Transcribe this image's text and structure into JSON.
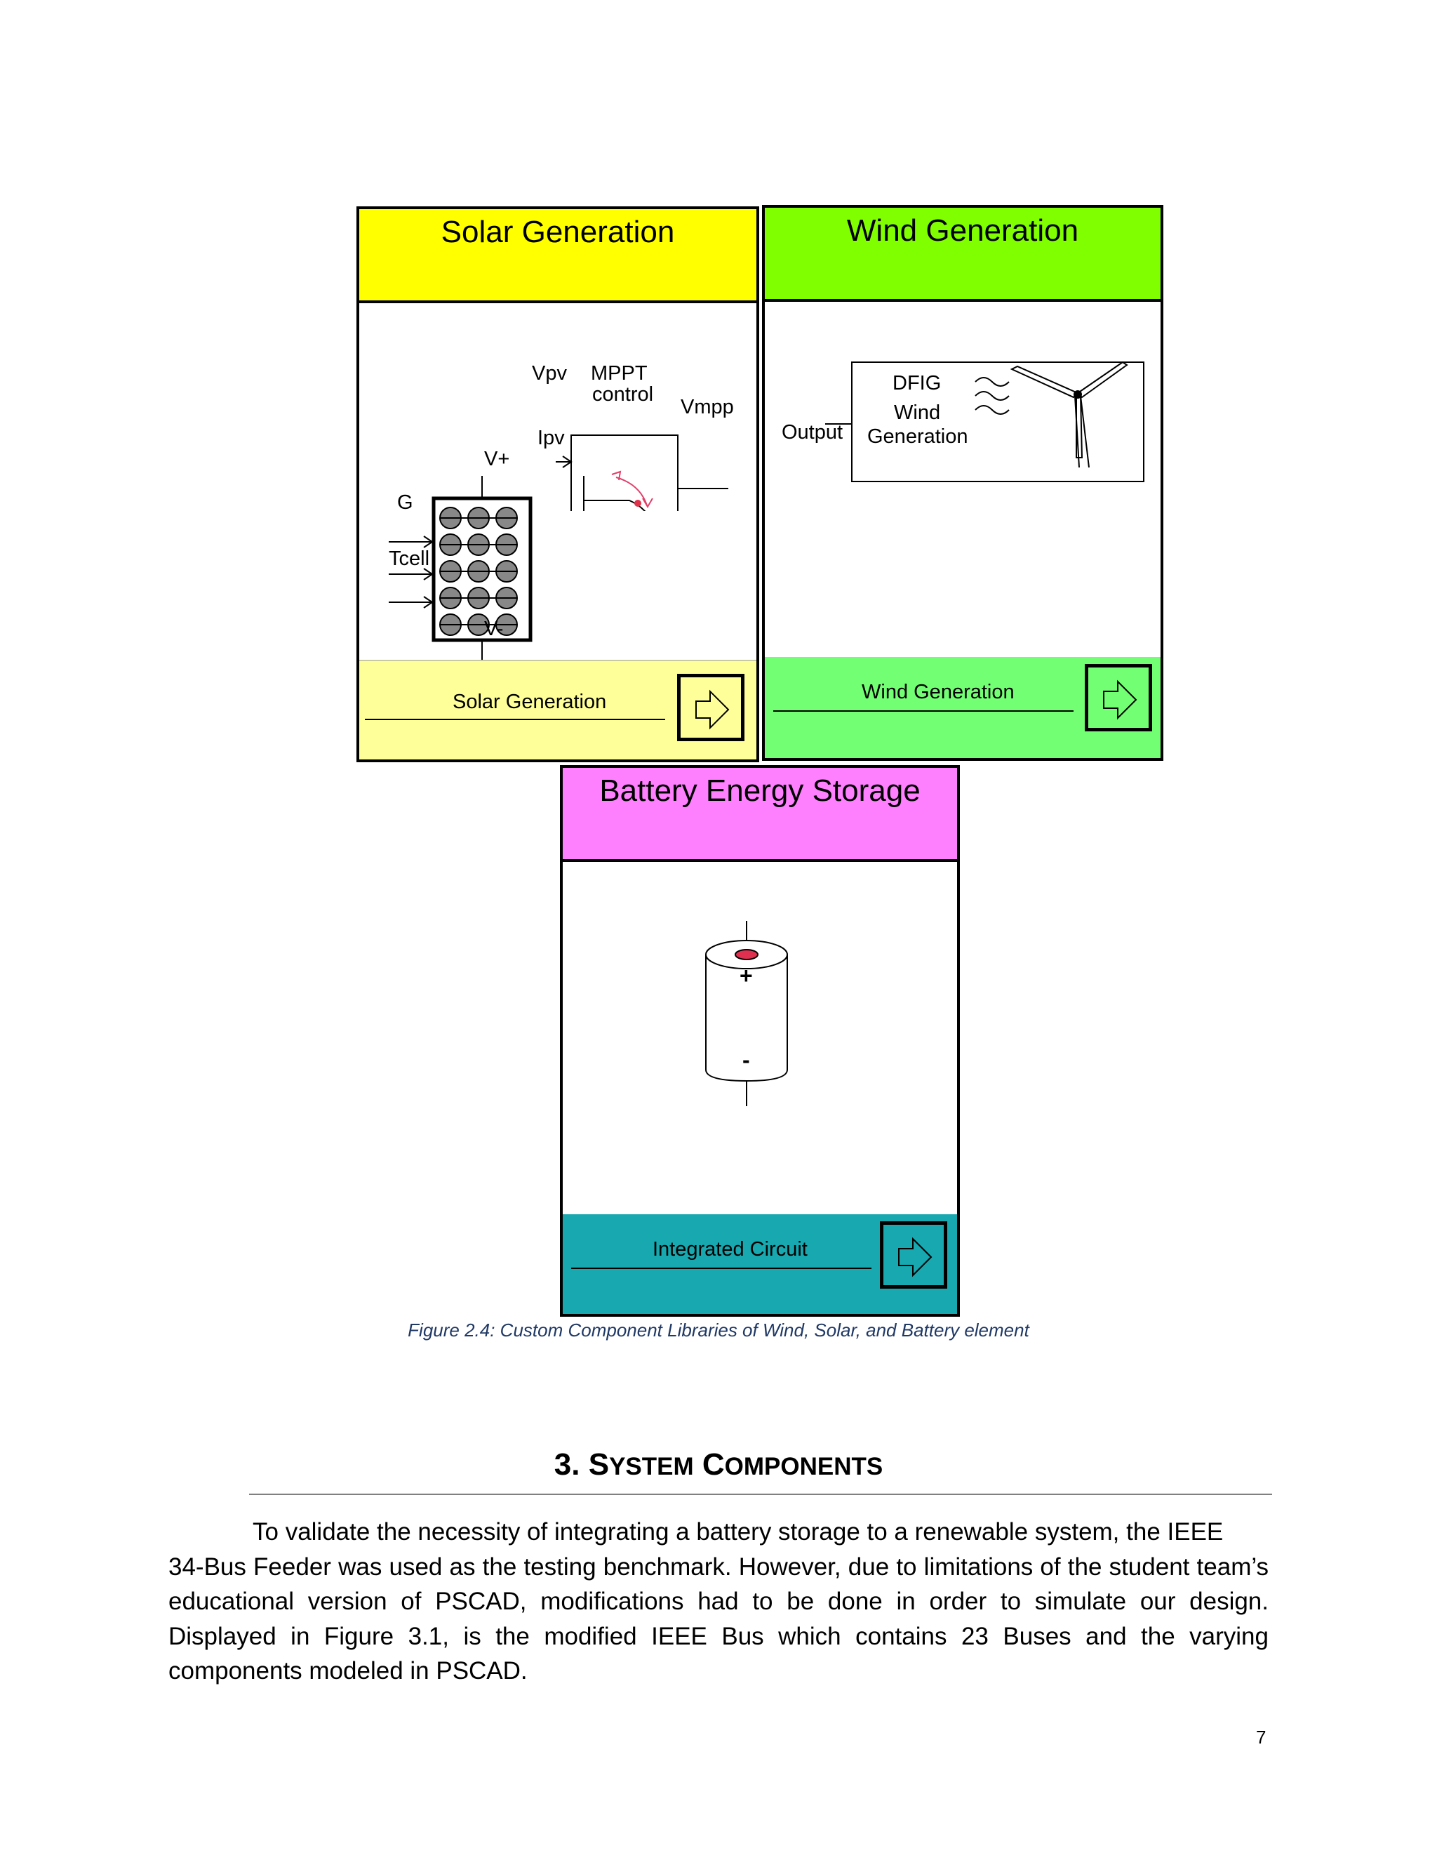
{
  "figure": {
    "solar": {
      "header": "Solar Generation",
      "header_color": "#ffff00",
      "footer_label": "Solar Generation",
      "footer_color": "#ffff99",
      "symbol": {
        "vpv": "Vpv",
        "ipv": "Ipv",
        "mppt_line1": "MPPT",
        "mppt_line2": "control",
        "vmpp": "Vmpp",
        "vplus": "V+",
        "vminus": "V-",
        "g": "G",
        "tcell": "Tcell"
      }
    },
    "wind": {
      "header": "Wind Generation",
      "header_color": "#80ff00",
      "footer_label": "Wind Generation",
      "footer_color": "#73ff73",
      "symbol": {
        "output": "Output",
        "dfig": "DFIG",
        "wind": "Wind",
        "generation": "Generation"
      }
    },
    "battery": {
      "header": "Battery Energy Storage",
      "header_color": "#ff80ff",
      "footer_label": "Integrated Circuit",
      "footer_color": "#17a8b0",
      "symbol": {
        "plus": "+",
        "minus": "-"
      }
    },
    "caption": "Figure 2.4: Custom Component Libraries of Wind, Solar, and Battery element"
  },
  "section": {
    "number": "3.",
    "title_cap1": "S",
    "title_rest1": "YSTEM",
    "title_cap2": "C",
    "title_rest2": "OMPONENTS"
  },
  "paragraph": {
    "line1": "To validate the necessity of integrating a battery storage to a renewable system, the IEEE",
    "rest": "34-Bus Feeder was used as the testing benchmark. However, due to limitations of the student team’s educational version of PSCAD, modifications had to be done in order to simulate our design. Displayed in Figure 3.1, is the modified IEEE Bus which contains 23 Buses and the varying components modeled in PSCAD."
  },
  "page_number": "7"
}
